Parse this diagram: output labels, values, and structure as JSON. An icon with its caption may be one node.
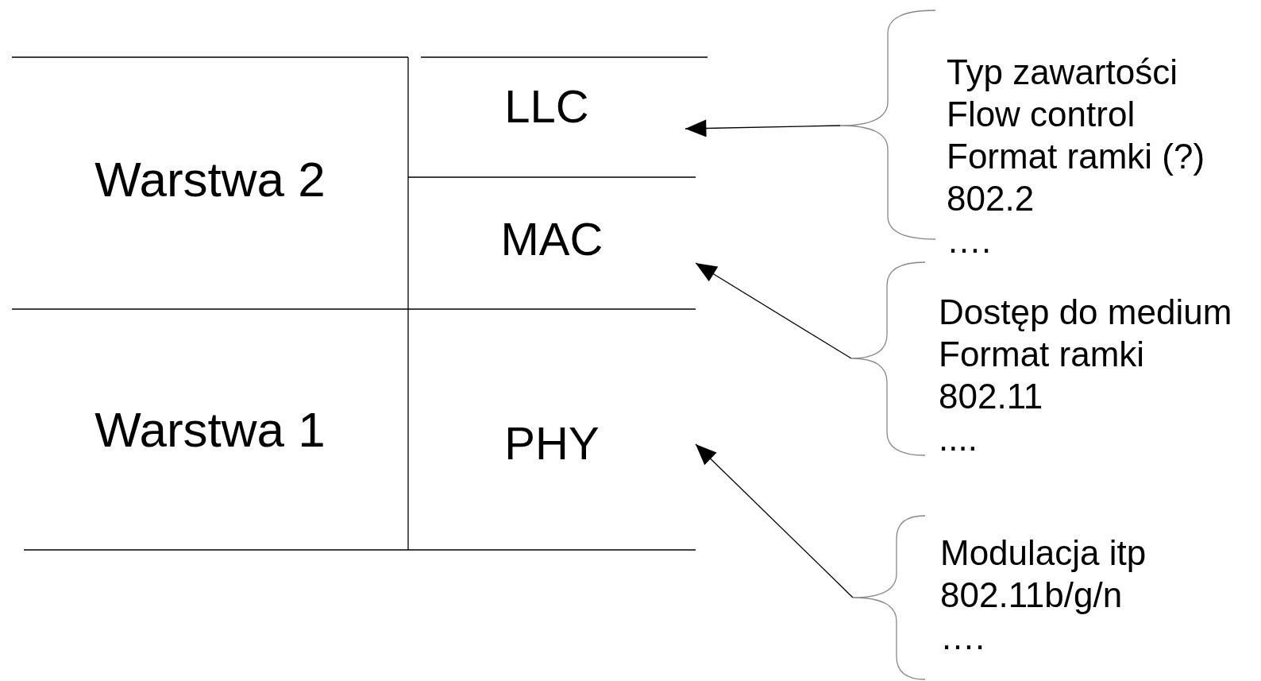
{
  "diagram": {
    "nodes": [
      {
        "text": [
          "Warstwa 2"
        ]
      },
      {
        "text": [
          "Warstwa 1"
        ]
      },
      {
        "text": [
          "LLC"
        ]
      },
      {
        "text": [
          "MAC"
        ]
      },
      {
        "text": [
          "PHY"
        ]
      },
      {
        "text": [
          "Typ zawartości",
          "Flow control",
          "Format ramki (?)",
          "802.2",
          "…."
        ]
      },
      {
        "text": [
          "Dostęp do medium",
          "Format ramki",
          "802.11",
          "...."
        ]
      },
      {
        "text": [
          "Modulacja itp",
          "802.11b/g/n",
          "…."
        ]
      }
    ],
    "edges": [
      {
        "from": 5,
        "to": 2,
        "arrow": "to"
      },
      {
        "from": 6,
        "to": 3,
        "arrow": "to"
      },
      {
        "from": 7,
        "to": 4,
        "arrow": "to"
      }
    ]
  }
}
